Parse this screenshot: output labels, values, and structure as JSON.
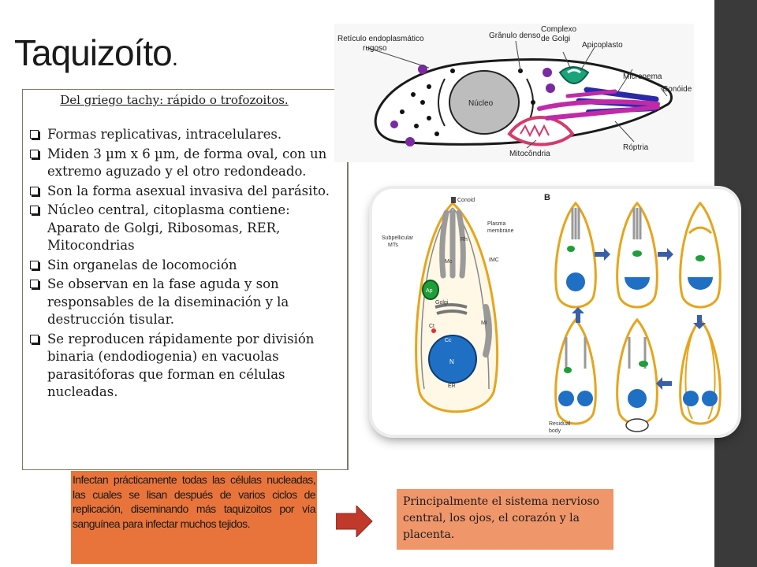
{
  "title": "Taquizoíto",
  "title_dot": ".",
  "subtitle": "Del griego tachy: rápido o trofozoitos.",
  "bullets": [
    "Formas replicativas, intracelulares.",
    "Miden 3 µm x 6 µm, de forma oval, con un extremo aguzado y el otro redondeado.",
    "Son la forma asexual invasiva del parásito.",
    "Núcleo central, citoplasma contiene: Aparato de Golgi,  Ribosomas, RER, Mitocondrias",
    "Sin organelas de locomoción",
    "Se observan en la fase aguda y son responsables de la diseminación y la destrucción tisular.",
    "Se reproducen rápidamente por división binaria (endodiogenia) en vacuolas parasitóforas que forman en células nucleadas."
  ],
  "note_left": "Infectan prácticamente todas las células nucleadas, las cuales se lisan después de varios ciclos de replicación, diseminando más taquizoitos por vía sanguínea para infectar muchos tejidos.",
  "note_right": "Principalmente el sistema nervioso central, los ojos, el corazón y la placenta.",
  "fig_top_labels": {
    "rer": "Retículo endoplasmático",
    "rer2": "rugoso",
    "granulo": "Grânulo denso",
    "golgi": "Complexo",
    "golgi2": "de Golgi",
    "apicoplasto": "Apicoplasto",
    "micronema": "Micronema",
    "conoide": "Conóide",
    "nucleo": "Núcleo",
    "mitocondria": "Mitocôndria",
    "roptria": "Róptria"
  },
  "fig_bottom_labels": {
    "b": "B",
    "conoid": "Conoid",
    "plasma": "Plasma",
    "plasma2": "membrane",
    "subpel": "Subpellicular",
    "subpel2": "MTs",
    "imc": "IMC",
    "rh": "Rh",
    "mc": "Mc",
    "ap": "Ap",
    "golgi": "Golgi",
    "mi": "Mi",
    "ct": "Ct",
    "cc": "Cc",
    "n": "N",
    "er": "ER",
    "residual": "Residual",
    "residual2": "body"
  },
  "colors": {
    "right_bar": "#3a3a3a",
    "note_left_bg": "#e8743b",
    "note_right_bg": "#f0966b",
    "arrow": "#c0392b",
    "cycle_arrow": "#3a5fa8"
  }
}
